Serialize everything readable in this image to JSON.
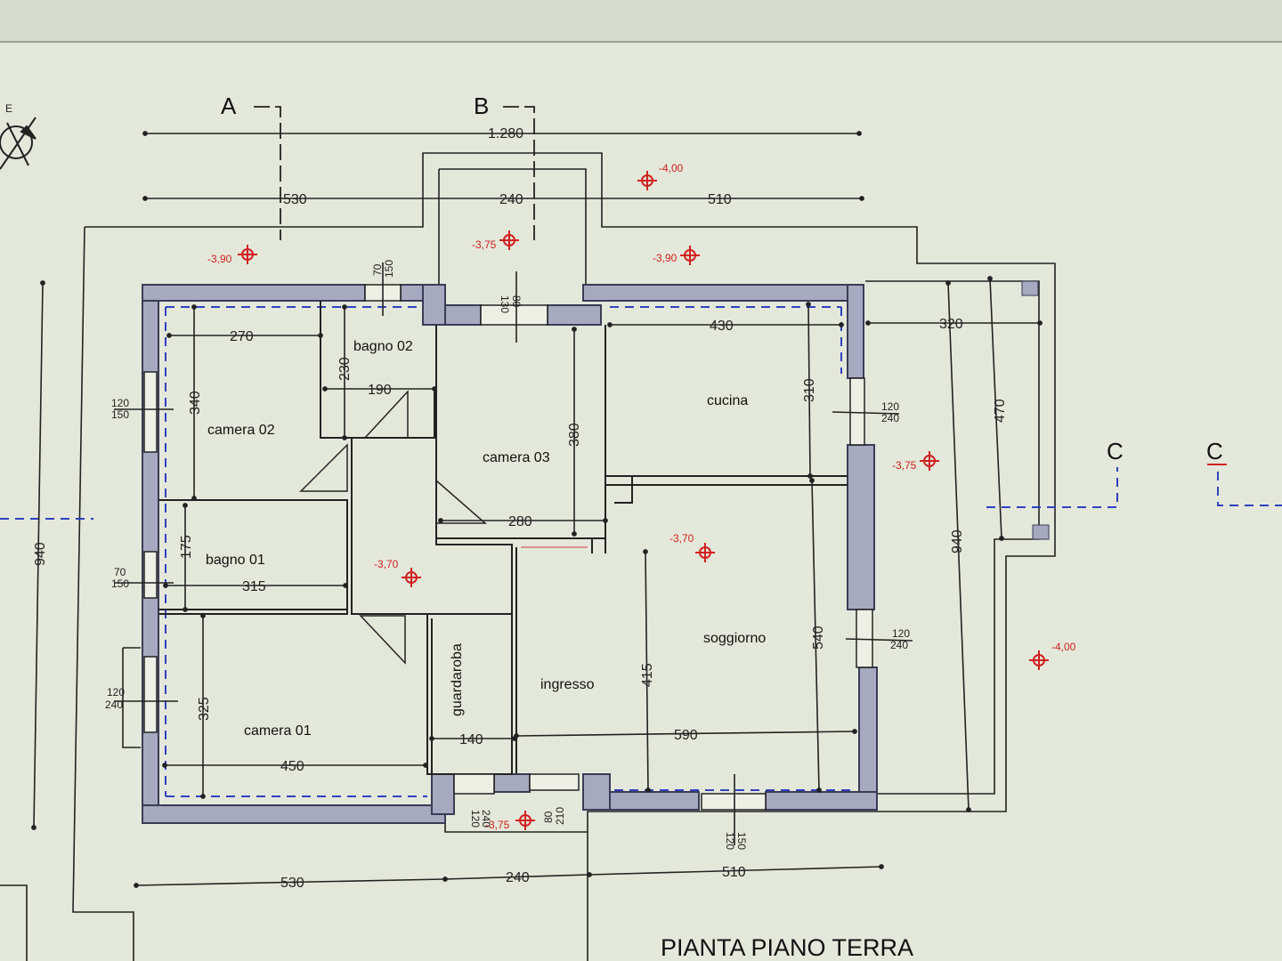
{
  "title": "PIANTA PIANO TERRA",
  "sections": [
    "A",
    "B",
    "C",
    "C"
  ],
  "rooms": {
    "camera_02": "camera 02",
    "bagno_02": "bagno 02",
    "camera_03": "camera 03",
    "cucina": "cucina",
    "bagno_01": "bagno 01",
    "camera_01": "camera 01",
    "guardaroba": "guardaroba",
    "ingresso": "ingresso",
    "soggiorno": "soggiorno"
  },
  "dimensions": {
    "top_overall": "1.280",
    "top_left": "530",
    "top_mid": "240",
    "top_right": "510",
    "bottom_left": "530",
    "bottom_mid": "240",
    "bottom_right": "510",
    "left_height": "940",
    "right_height": "940",
    "camera02_w": "270",
    "camera02_h": "340",
    "bagno02_w": "190",
    "bagno02_h": "230",
    "camera03_w": "280",
    "camera03_h": "380",
    "cucina_w": "430",
    "cucina_h": "310",
    "portico_w": "320",
    "portico_h": "470",
    "bagno01_w": "315",
    "bagno01_h": "175",
    "camera01_w": "450",
    "camera01_h": "325",
    "guardaroba_w": "140",
    "ingresso_h": "415",
    "soggiorno_w": "590",
    "soggiorno_h": "540"
  },
  "openings": {
    "w_camera02": [
      "120",
      "150"
    ],
    "w_bagno01": [
      "70",
      "150"
    ],
    "w_camera01": [
      "120",
      "240"
    ],
    "w_cucina": [
      "120",
      "240"
    ],
    "w_soggiorno": [
      "120",
      "240"
    ],
    "w_bagno02": [
      "70",
      "150"
    ],
    "w_camera03": [
      "80",
      "130"
    ],
    "w_ingresso": [
      "80",
      "210"
    ],
    "w_sogg_bottom": [
      "120",
      "150"
    ],
    "w_entrance": [
      "120",
      "240"
    ]
  },
  "levels": {
    "l1": "-4,00",
    "l2": "-3,90",
    "l3": "-3,75",
    "l4": "-3,90",
    "l5": "-3,75",
    "l6": "-3,70",
    "l7": "-3,70",
    "l8": "-4,00",
    "l9": "-3,75"
  },
  "compass": "E"
}
